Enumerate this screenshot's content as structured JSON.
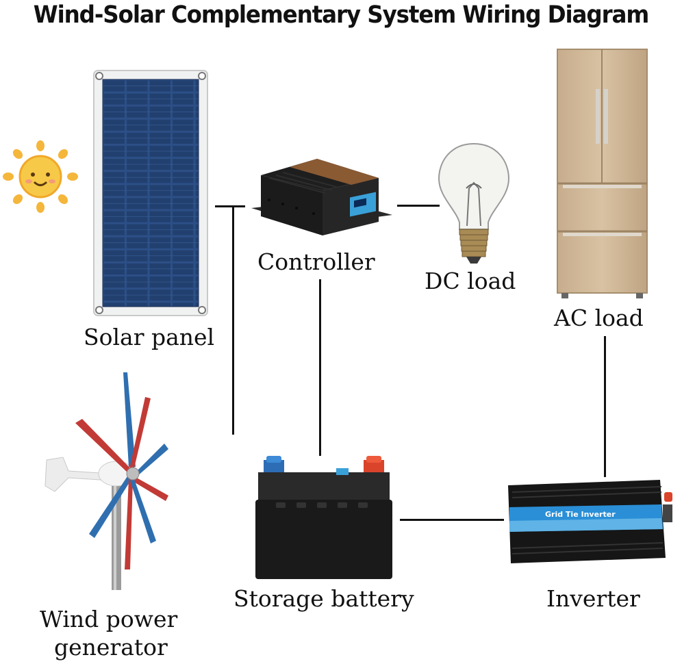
{
  "title": "Wind-Solar Complementary System Wiring Diagram",
  "components": {
    "solar_panel": "Solar panel",
    "controller": "Controller",
    "dc_load": "DC load",
    "ac_load": "AC load",
    "wind_generator_line1": "Wind power",
    "wind_generator_line2": "generator",
    "storage_battery": "Storage battery",
    "inverter": "Inverter",
    "inverter_badge": "Grid Tie Inverter"
  },
  "connections": [
    [
      "solar_panel",
      "controller"
    ],
    [
      "wind_generator",
      "controller"
    ],
    [
      "controller",
      "dc_load"
    ],
    [
      "controller",
      "storage_battery"
    ],
    [
      "storage_battery",
      "inverter"
    ],
    [
      "inverter",
      "ac_load"
    ]
  ]
}
